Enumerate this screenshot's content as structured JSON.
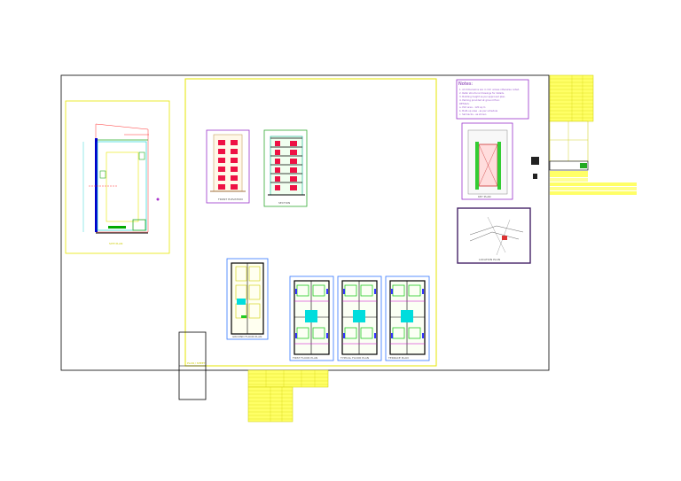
{
  "drawing": {
    "site_plan_caption": "SITE PLAN",
    "front_elevation_caption": "FRONT ELEVATION",
    "section_caption": "SECTION",
    "sheet_label": "PLAN / SHEET",
    "notes_title": "Notes:",
    "notes_lines": [
      "1. All dimensions are in mm unless otherwise noted.",
      "2. Refer structural drawings for details.",
      "3. Building height as per approved plan.",
      "4. Parking provided at ground floor.",
      "DETAILS:",
      "a. Plot area - 120 sq.m",
      "b. Built-up area - as per schedule",
      "c. Set backs - as shown"
    ],
    "key_plan_caption": "KEY PLAN",
    "location_caption": "LOCATION PLAN",
    "ground_floor_caption": "GROUND FLOOR PLAN",
    "first_floor_caption": "FIRST FLOOR PLAN",
    "typical_floor_caption": "TYPICAL FLOOR PLAN",
    "terrace_caption": "TERRACE PLAN"
  },
  "colors": {
    "frame": "#000000",
    "yellow": "#ffff00",
    "purple": "#9933cc",
    "green": "#33cc33",
    "blue": "#3377ff",
    "red": "#ff0033",
    "cyan": "#00cccc",
    "magenta": "#cc00cc"
  }
}
